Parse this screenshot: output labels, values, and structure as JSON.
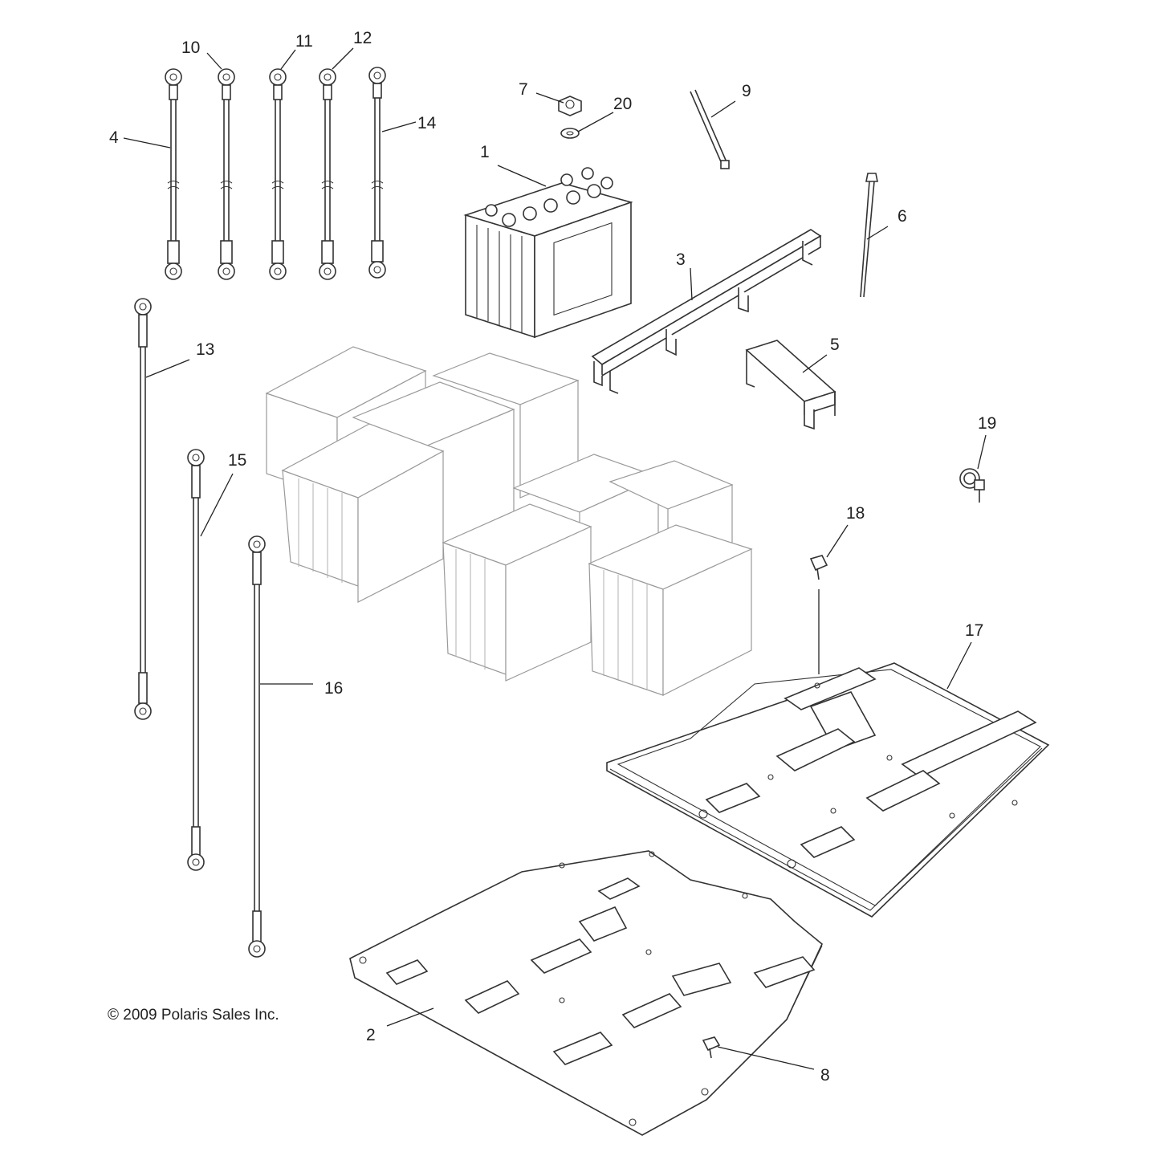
{
  "copyright": "© 2009 Polaris Sales Inc.",
  "callouts": {
    "c1": "1",
    "c2": "2",
    "c3": "3",
    "c4": "4",
    "c5": "5",
    "c6": "6",
    "c7": "7",
    "c8": "8",
    "c9": "9",
    "c10": "10",
    "c11": "11",
    "c12": "12",
    "c13": "13",
    "c14": "14",
    "c15": "15",
    "c16": "16",
    "c17": "17",
    "c18": "18",
    "c19": "19",
    "c20": "20"
  }
}
